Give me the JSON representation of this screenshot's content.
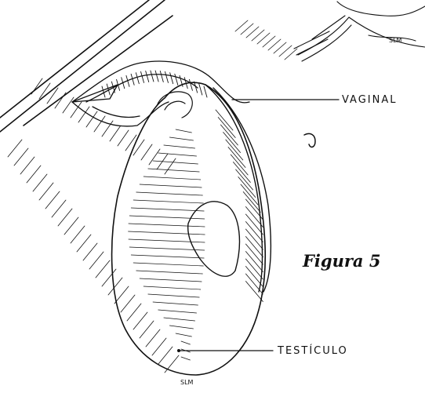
{
  "figure": {
    "caption": "Figura 5",
    "labels": {
      "vaginal": "VAGINAL",
      "testiculo": "TESTÍCULO",
      "signature_main": "SLM",
      "signature_corner": "SLM"
    },
    "ink_color": "#111111",
    "background": "#ffffff"
  }
}
